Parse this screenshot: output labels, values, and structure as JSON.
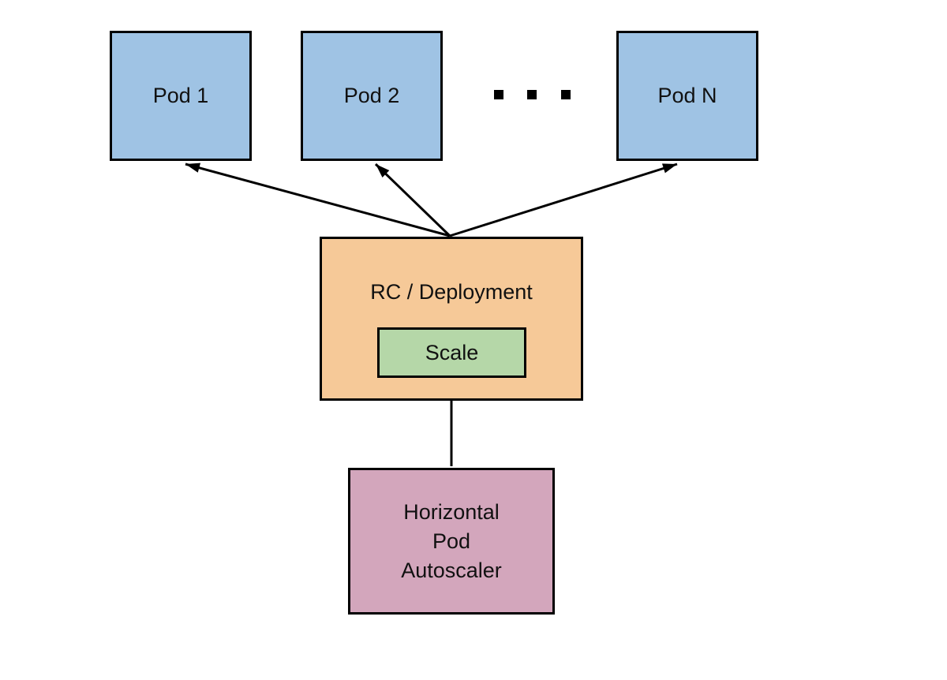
{
  "diagram": {
    "pods": [
      {
        "label": "Pod 1"
      },
      {
        "label": "Pod 2"
      },
      {
        "label": "Pod N"
      }
    ],
    "ellipsis": {
      "dot_count": 3
    },
    "rc": {
      "label": "RC / Deployment",
      "scale_label": "Scale"
    },
    "hpa": {
      "line1": "Horizontal",
      "line2": "Pod",
      "line3": "Autoscaler"
    },
    "colors": {
      "pod_fill": "#9fc3e4",
      "rc_fill": "#f6c998",
      "scale_fill": "#b5d7a8",
      "hpa_fill": "#d3a6bc",
      "stroke": "#000000"
    }
  }
}
